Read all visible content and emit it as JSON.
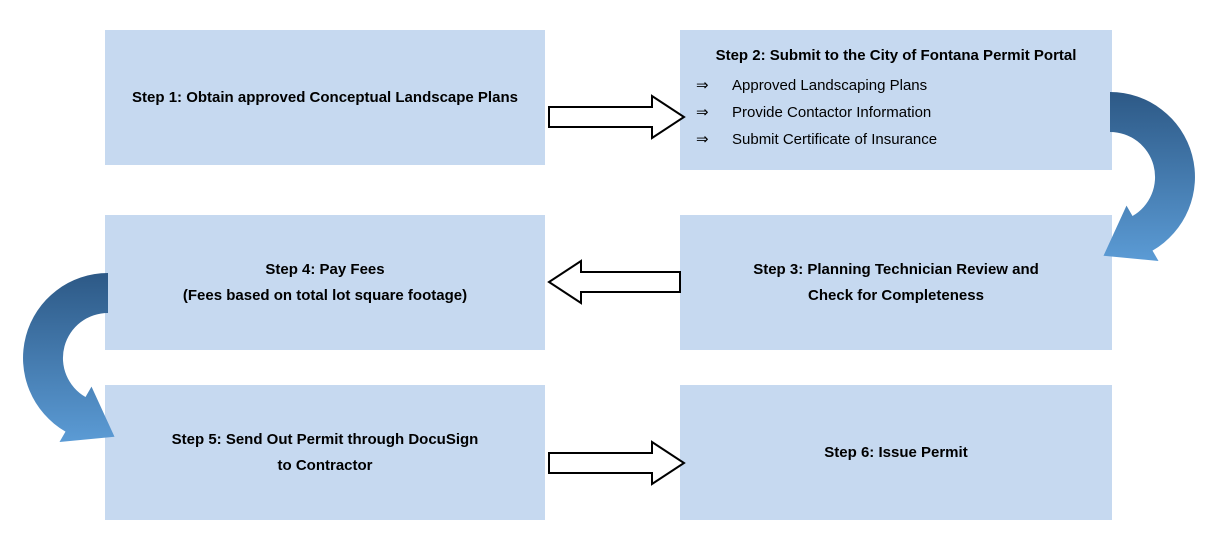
{
  "diagram": {
    "title": "City of Fontana landscaping permit process flowchart",
    "boxes": [
      {
        "id": "step1",
        "lines": [
          "Step 1: Obtain approved Conceptual Landscape Plans"
        ]
      },
      {
        "id": "step2",
        "title": "Step 2: Submit to the City of Fontana Permit Portal",
        "bullet_icon": "⇒",
        "bullets": [
          "Approved Landscaping Plans",
          "Provide Contactor Information",
          "Submit Certificate of Insurance"
        ]
      },
      {
        "id": "step3",
        "lines": [
          "Step 3: Planning Technician Review and",
          "Check for Completeness"
        ]
      },
      {
        "id": "step4",
        "lines": [
          "Step 4: Pay Fees",
          "(Fees based on total lot square footage)"
        ]
      },
      {
        "id": "step5",
        "lines": [
          "Step 5: Send Out Permit through DocuSign",
          "to Contractor"
        ]
      },
      {
        "id": "step6",
        "lines": [
          "Step 6: Issue Permit"
        ]
      }
    ],
    "arrows": [
      {
        "from": "step1",
        "to": "step2",
        "style": "straight-right-outline"
      },
      {
        "from": "step2",
        "to": "step3",
        "style": "curved-blue-down"
      },
      {
        "from": "step3",
        "to": "step4",
        "style": "straight-left-outline"
      },
      {
        "from": "step4",
        "to": "step5",
        "style": "curved-blue-down"
      },
      {
        "from": "step5",
        "to": "step6",
        "style": "straight-right-outline"
      }
    ],
    "colors": {
      "background": "#ffffff",
      "box_fill": "#c6d9f0",
      "text": "#000000",
      "arrow_fill": "#ffffff",
      "arrow_outline": "#000000",
      "curved_arrow_dark": "#2d5986",
      "curved_arrow_light": "#5b9bd5"
    }
  }
}
